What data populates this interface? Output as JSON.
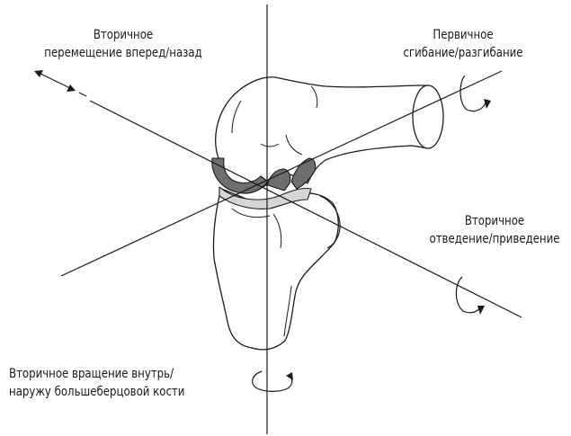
{
  "labels": {
    "secondary_ap": {
      "line1": "Вторичное",
      "line2": "перемещение вперед/назад"
    },
    "primary_flex": {
      "line1": "Первичное",
      "line2": "сгибание/разгибание"
    },
    "secondary_abd": {
      "line1": "Вторичное",
      "line2": "отведение/приведение"
    },
    "secondary_rot": {
      "line1": "Вторичное вращение внутрь/",
      "line2": "наружу большеберцовой кости"
    }
  },
  "colors": {
    "line": "#1a1a1a",
    "bone_fill": "#ffffff",
    "cartilage": "#6e6e6e",
    "meniscus": "#d6d6d6"
  }
}
